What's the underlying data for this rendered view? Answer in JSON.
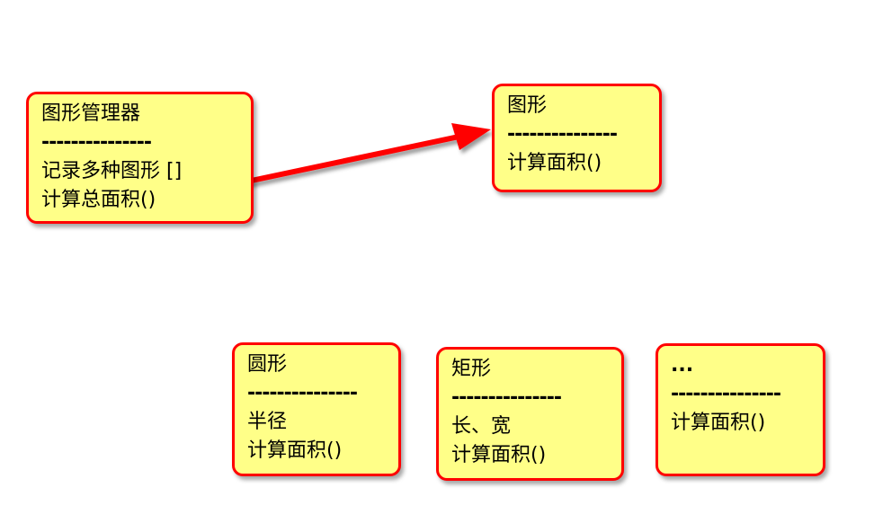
{
  "colors": {
    "fill": "#ffff88",
    "border": "#ff0000",
    "arrow": "#ff0000"
  },
  "manager": {
    "title": "图形管理器",
    "sep": "---------------",
    "line1": "记录多种图形 []",
    "line2": "计算总面积()"
  },
  "shape": {
    "title": "图形",
    "sep": "---------------",
    "line1": "计算面积()"
  },
  "circle": {
    "title": "圆形",
    "sep": "---------------",
    "line1": "半径",
    "line2": "计算面积()"
  },
  "rect": {
    "title": "矩形",
    "sep": "---------------",
    "line1": "长、宽",
    "line2": "计算面积()"
  },
  "other": {
    "title": "...",
    "sep": "---------------",
    "line1": "计算面积()"
  }
}
